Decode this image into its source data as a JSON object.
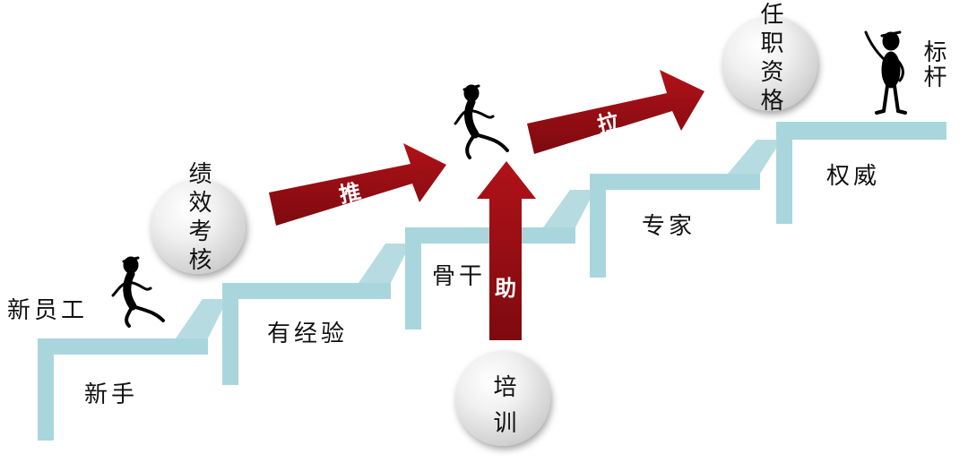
{
  "steps": {
    "newbie": "新手",
    "experienced": "有经验",
    "backbone": "骨干",
    "expert": "专家",
    "authority": "权威"
  },
  "people": {
    "new_employee": "新员工",
    "benchmark": "标杆"
  },
  "circles": {
    "performance": "绩效考核",
    "training": "培训",
    "qualification": "任职资格"
  },
  "arrows": {
    "push": "推",
    "help": "助",
    "pull": "拉"
  },
  "colors": {
    "stair": "#a9d6dc",
    "arrow": "#9a0f14",
    "arrow_text": "#ffffff"
  }
}
